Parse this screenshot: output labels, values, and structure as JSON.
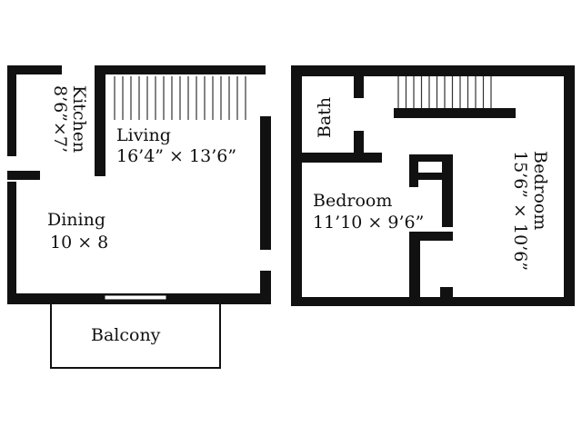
{
  "colors": {
    "wall": "#111111",
    "background": "#ffffff",
    "stair_line": "#333333"
  },
  "rooms": {
    "kitchen": {
      "name": "Kitchen",
      "size": "8’6”×7’"
    },
    "living": {
      "name": "Living",
      "size": "16’4” × 13’6”"
    },
    "dining": {
      "name": "Dining",
      "size": "10 × 8"
    },
    "balcony": {
      "name": "Balcony"
    },
    "bath": {
      "name": "Bath"
    },
    "bedroom_small": {
      "name": "Bedroom",
      "size": "11’10 × 9’6”"
    },
    "bedroom_large": {
      "name": "Bedroom",
      "size": "15’6” × 10’6”"
    }
  }
}
